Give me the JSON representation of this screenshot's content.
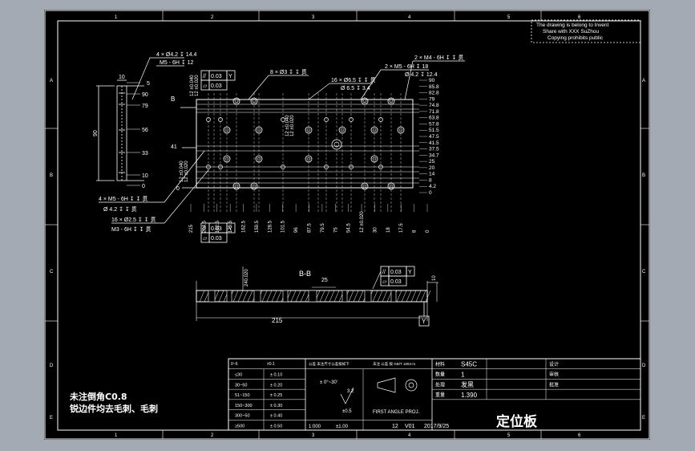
{
  "notice": [
    "The drawing is belong to Invent",
    "Share with XXX SuZhou",
    "Copying prohibits public"
  ],
  "grid": {
    "cols": [
      "1",
      "2",
      "3",
      "4",
      "5",
      "6"
    ],
    "rows": [
      "A",
      "B",
      "C",
      "D",
      "E"
    ]
  },
  "top_view": {
    "callouts": {
      "tl1": "4 × Ø4.2 ↧ 14.4",
      "tl2": "M5 - 6H ↧ 12",
      "c1": "8 × Ø3 ↧ ↧ 贯",
      "c2": "16 × Ø6.5 ↧ ↧ 贯",
      "c3": "Ø 6.5 ↧ 3.4",
      "tr1": "2 × M4 - 6H ↧ ↧ 贯",
      "tr2": "2 × M5 - 6H ↧ 18",
      "tr3": "Ø 4.2 ↧ 12.4",
      "bl1": "4 × M5 - 6H ↧ ↧ 贯",
      "bl2": "Ø 4.2 ↧ ↧ 贯",
      "bl3": "16 × Ø2.5 ↧ ↧ 贯",
      "bl4": "M3 - 6H ↧ ↧ 贯"
    },
    "tol_top": [
      [
        "//",
        "0.03",
        "Y"
      ],
      [
        "▱",
        "0.03",
        ""
      ]
    ],
    "tol_bottom": [
      [
        "//",
        "0.03",
        "Y"
      ],
      [
        "▱",
        "0.03",
        ""
      ]
    ],
    "dims_left": [
      "12 ±0.040",
      "12 ±0.020"
    ],
    "dims_left2": [
      "12 ±0.040",
      "12 ±0.020"
    ],
    "dims_mid": [
      "12 ±0.040",
      "12 ±0.020"
    ],
    "label_b": "B",
    "label_41": "41",
    "label_0": "0",
    "right_scale": [
      "90",
      "85.8",
      "82.8",
      "79",
      "74.8",
      "71.8",
      "63.8",
      "57.8",
      "51.5",
      "47.5",
      "41.5",
      "37.5",
      "34.7",
      "25",
      "20",
      "14",
      "8",
      "4.2",
      "0"
    ],
    "bottom_scale": [
      "215",
      "204.5",
      "192.5",
      "179.5",
      "162.5",
      "159.5",
      "128.5",
      "101.5",
      "96",
      "87.5",
      "79.5",
      "75",
      "54.5",
      "12 ±0.020",
      "30",
      "18",
      "17.5",
      "8",
      "0"
    ]
  },
  "side_view": {
    "dims": [
      "10",
      "90"
    ],
    "scale": [
      "5",
      "90",
      "79",
      "56",
      "33",
      "10",
      "0"
    ]
  },
  "section": {
    "title": "B-B",
    "dim_width": "25",
    "dim_total": "215",
    "dim_vert": "240.020",
    "dim_10": "10",
    "datum": "Y",
    "tol": [
      [
        "//",
        "0.03",
        "Y"
      ],
      [
        "▱",
        "0.03",
        ""
      ]
    ]
  },
  "notes": [
    "未注倒角C0.8",
    "锐边件均去毛刺、毛刺"
  ],
  "title_block": {
    "tol_header": [
      "0~6",
      "±0.1"
    ],
    "tolerance_rows": [
      [
        "≤30",
        "± 0.10"
      ],
      [
        "30~50",
        "± 0.20"
      ],
      [
        "51~150",
        "± 0.25"
      ],
      [
        "150~300",
        "± 0.30"
      ],
      [
        "300~50",
        "± 0.40"
      ],
      [
        "≥500",
        "± 0.50"
      ]
    ],
    "angle_label": "± 0°~30'",
    "roughness": "3.2",
    "roughness2": "±0.5",
    "scale_vals": [
      "1:000",
      "±1.00"
    ],
    "hdr1": "公差 未注尺寸公差按如下",
    "hdr2": "未注 公差 按 GB/T 1804-m",
    "projection": "FIRST ANGLE PROJ.",
    "material_label": "材料",
    "material": "S45C",
    "qty_label": "数量",
    "qty": "1",
    "treat_label": "处理",
    "treat": "发黑",
    "weight_label": "重量",
    "weight": "1.390",
    "sheet_no": "12",
    "version": "V01",
    "date": "2017/9/25",
    "part_name": "定位板",
    "signers": [
      "设计",
      "审核",
      "批准"
    ]
  }
}
